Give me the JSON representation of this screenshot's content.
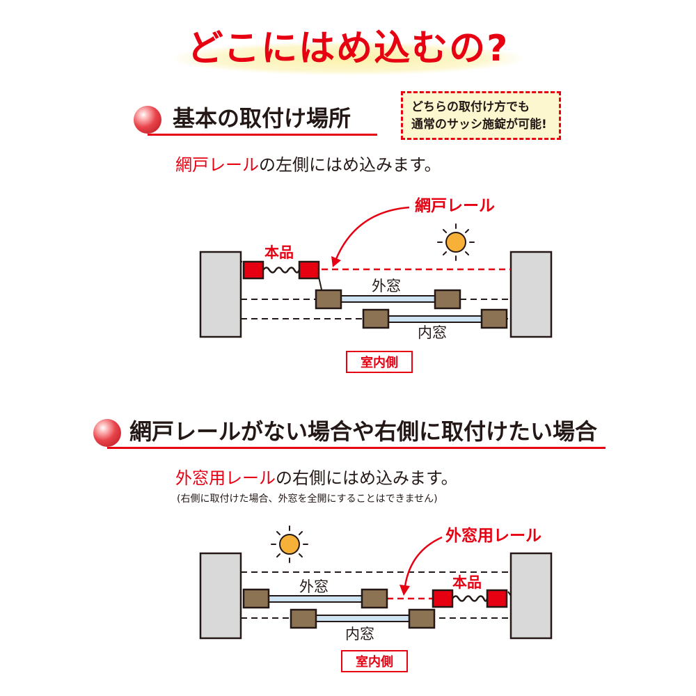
{
  "title": "どこにはめ込むの?",
  "note": {
    "line1": "どちらの取付け方でも",
    "line2": "通常のサッシ施錠が可能!"
  },
  "section1": {
    "heading": "基本の取付け場所",
    "desc_highlight": "網戸レール",
    "desc_rest": "の左側にはめ込みます。",
    "label_rail": "網戸レール",
    "label_product": "本品",
    "label_outer": "外窓",
    "label_inner": "内窓",
    "label_indoor": "室内側"
  },
  "section2": {
    "heading": "網戸レールがない場合や右側に取付けたい場合",
    "desc_highlight": "外窓用レール",
    "desc_rest": "の右側にはめ込みます。",
    "subnote": "(右側に取付けた場合、外窓を全開にすることはできません)",
    "label_rail": "外窓用レール",
    "label_product": "本品",
    "label_outer": "外窓",
    "label_inner": "内窓",
    "label_indoor": "室内側"
  },
  "colors": {
    "accent": "#e60012",
    "frame": "#d9d9d9",
    "sash": "#8c7354",
    "glass": "#cfe4f3",
    "sun": "#f7b138",
    "highlight": "#fdf7cf"
  }
}
